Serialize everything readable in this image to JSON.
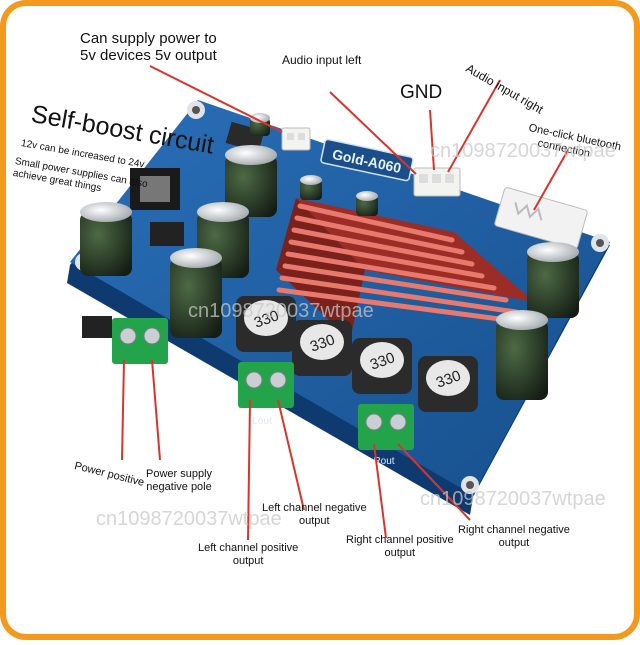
{
  "board": {
    "model": "Gold-A060",
    "inductor_mark": "330",
    "lout_mark": "Lout",
    "rout_mark": "Rout",
    "colors": {
      "pcb": "#1d5a9c",
      "pcb_edge": "#0f3a70",
      "heatsink": "#c8463c",
      "terminal": "#23a34a",
      "capacitor": "#1e2a1e",
      "frame": "#f39a1e"
    }
  },
  "labels": {
    "supply5v_line1": "Can supply power to",
    "supply5v_line2": "5v devices 5v output",
    "audio_left": "Audio input left",
    "gnd": "GND",
    "audio_right": "Audio input right",
    "bluetooth_line1": "One-click bluetooth",
    "bluetooth_line2": "connection",
    "self_boost": "Self-boost circuit",
    "boost_12v": "12v can be increased to 24v",
    "small_power_line1": "Small power supplies can also",
    "small_power_line2": "achieve great things",
    "power_positive": "Power positive",
    "power_negative_line1": "Power supply",
    "power_negative_line2": "negative pole",
    "left_neg_line1": "Left channel negative",
    "left_neg_line2": "output",
    "left_pos_line1": "Left channel positive",
    "left_pos_line2": "output",
    "right_pos_line1": "Right channel positive",
    "right_pos_line2": "output",
    "right_neg_line1": "Right channel negative",
    "right_neg_line2": "output"
  },
  "watermark": "cn1098720037wtpae"
}
